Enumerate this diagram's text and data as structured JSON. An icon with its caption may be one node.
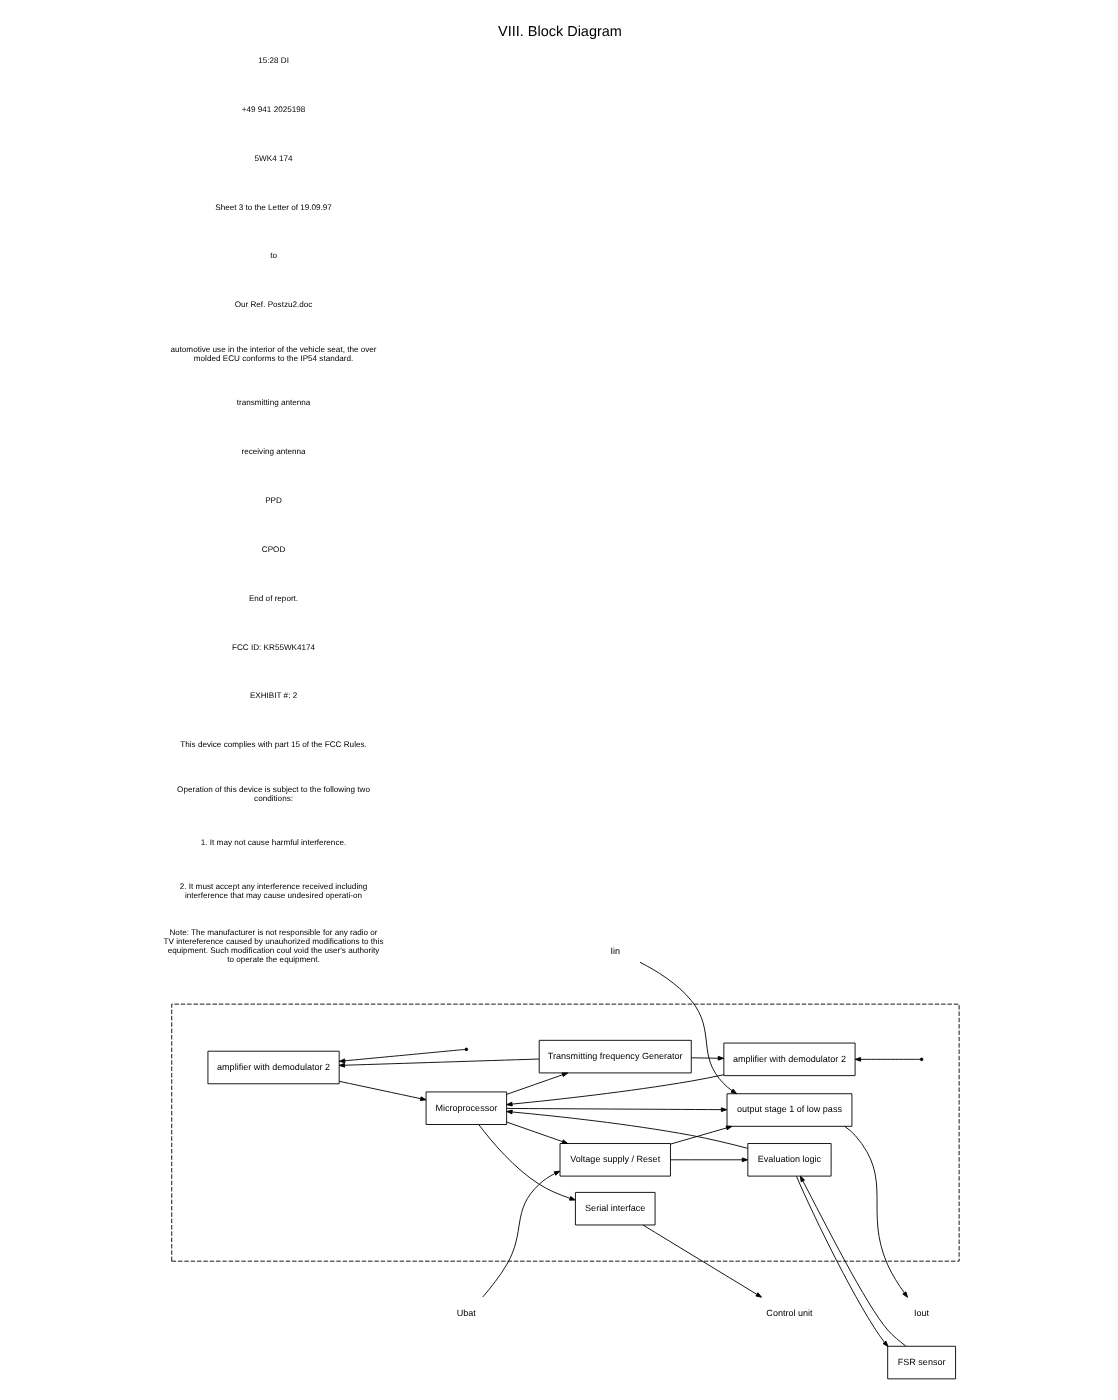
{
  "diagram": {
    "title": "VIII. Block Diagram",
    "nodes": [
      {
        "text": [],
        "shape": "box"
      },
      {
        "text": [
          "Voltage supply / Reset"
        ],
        "in": 0
      },
      {
        "text": [
          "Serial interface"
        ],
        "in": 0
      },
      {
        "text": [
          "Microprocessor"
        ],
        "in": 0
      },
      {
        "text": [
          "output stage 1 of low pass"
        ],
        "in": 0
      },
      {
        "text": [
          "Evaluation logic"
        ],
        "in": 0
      },
      {
        "text": [
          "Transmitting frequency Generator"
        ],
        "in": 0
      },
      {
        "text": [
          "amplifier with demodulator 2"
        ],
        "in": 0
      },
      {
        "text": [
          "amplifier with demodulator 2"
        ],
        "in": 0
      },
      {
        "text": [
          "Ubat"
        ]
      },
      {
        "text": [
          "Control unit"
        ]
      },
      {
        "text": [
          "Iout"
        ]
      },
      {
        "text": [
          "Iin"
        ]
      },
      {
        "text": [
          "FSR sensor"
        ]
      }
    ],
    "edges": [
      {
        "from": 9,
        "to": 1,
        "arrow": "to"
      },
      {
        "from": 3,
        "to": 1,
        "arrow": "to"
      },
      {
        "from": 1,
        "to": 4,
        "arrow": "to"
      },
      {
        "from": 3,
        "to": 2,
        "arrow": "to"
      },
      {
        "from": 2,
        "to": 10,
        "arrow": "to"
      },
      {
        "from": 3,
        "to": 4,
        "arrow": "to"
      },
      {
        "from": 4,
        "to": 11,
        "arrow": "to"
      },
      {
        "from": 12,
        "to": 4,
        "arrow": "to"
      },
      {
        "from": 7,
        "to": 3,
        "arrow": "to"
      },
      {
        "from": 8,
        "to": 3,
        "arrow": "to"
      },
      {
        "from": 3,
        "to": 6,
        "arrow": "to"
      },
      {
        "from": 6,
        "to": 7,
        "arrow": "to"
      },
      {
        "from": 6,
        "to": 8,
        "arrow": "to"
      },
      {
        "from": 5,
        "to": 3,
        "arrow": "to"
      },
      {
        "from": 1,
        "to": 5,
        "arrow": "to"
      },
      {
        "from": 5,
        "to": 13,
        "arrow": "to"
      },
      {
        "from": 13,
        "to": 5,
        "arrow": "to"
      },
      {
        "from": null,
        "to": 7,
        "arrow": "to"
      },
      {
        "from": null,
        "to": 8,
        "arrow": "to"
      }
    ],
    "labels": [
      "15:28 DI",
      "+49 941 2025198",
      "5WK4 174",
      "Sheet 3 to the Letter of 19.09.97",
      "to",
      "Our Ref. Postzu2.doc",
      "automotive use in the interior of the vehicle seat, the over molded ECU conforms to the IP54 standard.",
      "transmitting antenna",
      "receiving antenna",
      "PPD",
      "CPOD",
      "End of report.",
      "FCC ID: KR55WK4174",
      "EXHIBIT #: 2",
      "This device complies with part 15 of the FCC Rules.",
      "Operation of this device is subject to the following two conditions:",
      "1. It may not cause harmful interference.",
      "2. It must accept any interference received including interference that may cause undesired operati-on",
      "Note: The manufacturer is not responsible for any radio or TV intereference caused by unauhorized modifications to this equipment. Such modification coul void the user's authority to operate the equipment."
    ]
  }
}
